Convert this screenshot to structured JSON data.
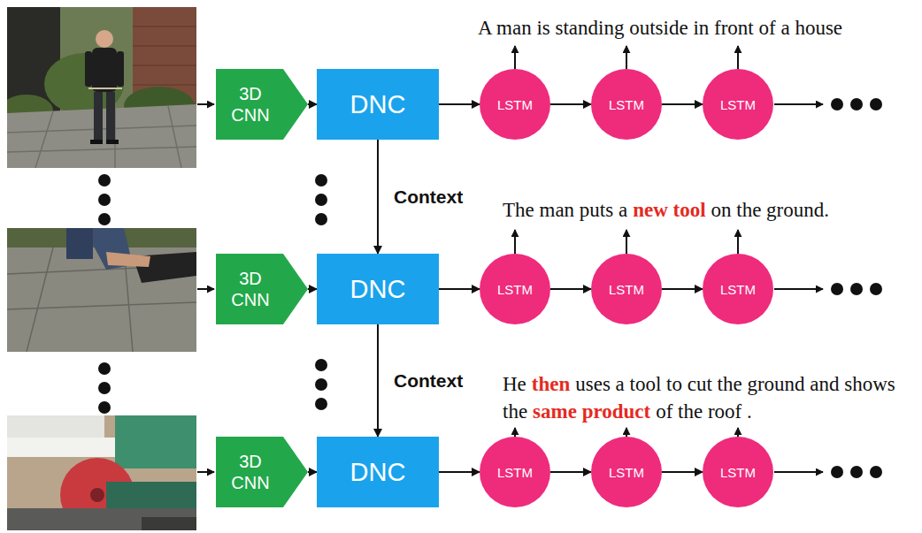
{
  "diagram": {
    "nodes": [
      {
        "text": [
          "3D CNN"
        ]
      },
      {
        "text": [
          "DNC"
        ]
      },
      {
        "text": [
          "LSTM"
        ]
      },
      {
        "text": [
          "LSTM"
        ]
      },
      {
        "text": [
          "LSTM"
        ]
      },
      {
        "text": [
          "3D CNN"
        ]
      },
      {
        "text": [
          "DNC"
        ]
      },
      {
        "text": [
          "LSTM"
        ]
      },
      {
        "text": [
          "LSTM"
        ]
      },
      {
        "text": [
          "LSTM"
        ]
      },
      {
        "text": [
          "3D CNN"
        ]
      },
      {
        "text": [
          "DNC"
        ]
      },
      {
        "text": [
          "LSTM"
        ]
      },
      {
        "text": [
          "LSTM"
        ]
      },
      {
        "text": [
          "LSTM"
        ]
      }
    ],
    "edges": [
      {
        "from": 0,
        "to": 1,
        "arrow": "to"
      },
      {
        "from": 1,
        "to": 2,
        "arrow": "to"
      },
      {
        "from": 2,
        "to": 3,
        "arrow": "to"
      },
      {
        "from": 3,
        "to": 4,
        "arrow": "to"
      },
      {
        "from": 1,
        "to": 6,
        "label": "Context",
        "arrow": "to"
      },
      {
        "from": 5,
        "to": 6,
        "arrow": "to"
      },
      {
        "from": 6,
        "to": 7,
        "arrow": "to"
      },
      {
        "from": 7,
        "to": 8,
        "arrow": "to"
      },
      {
        "from": 8,
        "to": 9,
        "arrow": "to"
      },
      {
        "from": 6,
        "to": 11,
        "label": "Context",
        "arrow": "to"
      },
      {
        "from": 10,
        "to": 11,
        "arrow": "to"
      },
      {
        "from": 11,
        "to": 12,
        "arrow": "to"
      },
      {
        "from": 12,
        "to": 13,
        "arrow": "to"
      },
      {
        "from": 13,
        "to": 14,
        "arrow": "to"
      }
    ],
    "labels": [
      "A man is standing outside in front of a house",
      "The man puts a",
      "new tool",
      "on the ground.",
      "He",
      "then",
      "uses a tool to cut the ground and shows the",
      "same product",
      "of the roof ."
    ]
  }
}
